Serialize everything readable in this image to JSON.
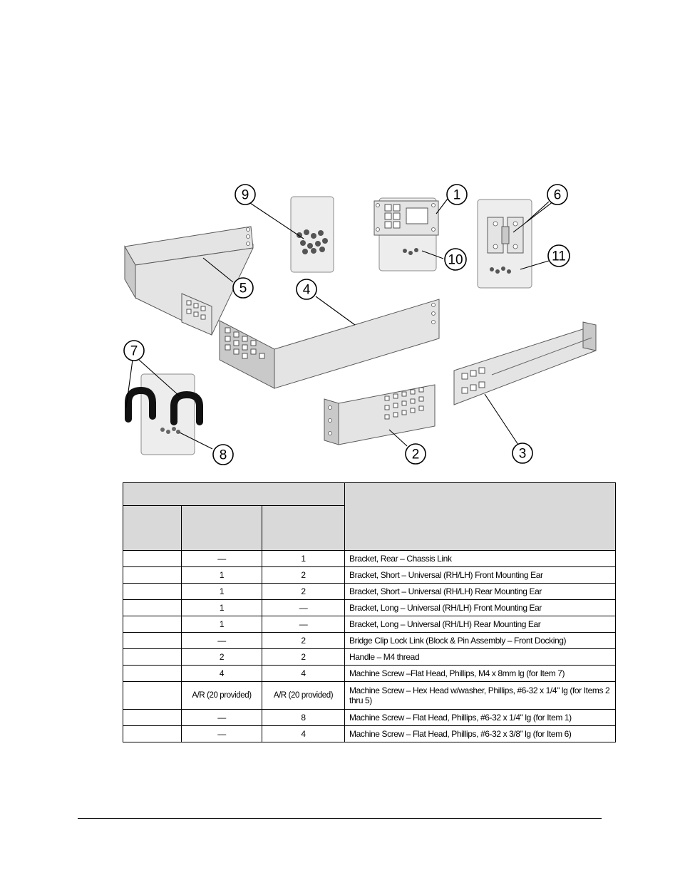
{
  "figure": {
    "callouts": [
      "1",
      "2",
      "3",
      "4",
      "5",
      "6",
      "7",
      "8",
      "9",
      "10",
      "11"
    ]
  },
  "table": {
    "rows": [
      {
        "a": "",
        "b": "—",
        "c": "1",
        "desc": "Bracket, Rear – Chassis Link"
      },
      {
        "a": "",
        "b": "1",
        "c": "2",
        "desc": "Bracket, Short – Universal (RH/LH) Front Mounting Ear"
      },
      {
        "a": "",
        "b": "1",
        "c": "2",
        "desc": "Bracket,  Short – Universal (RH/LH) Rear Mounting Ear"
      },
      {
        "a": "",
        "b": "1",
        "c": "—",
        "desc": "Bracket, Long – Universal (RH/LH) Front Mounting Ear"
      },
      {
        "a": "",
        "b": "1",
        "c": "—",
        "desc": "Bracket, Long – Universal (RH/LH) Rear Mounting Ear"
      },
      {
        "a": "",
        "b": "—",
        "c": "2",
        "desc": "Bridge Clip Lock Link (Block & Pin Assembly – Front Docking)"
      },
      {
        "a": "",
        "b": "2",
        "c": "2",
        "desc": "Handle – M4 thread"
      },
      {
        "a": "",
        "b": "4",
        "c": "4",
        "desc": "Machine Screw –Flat Head, Phillips, M4 x 8mm lg (for Item 7)"
      },
      {
        "a": "",
        "b": "A/R (20 provided)",
        "c": "A/R (20 provided)",
        "desc": "Machine Screw – Hex Head w/washer, Phillips, #6-32 x 1/4\" lg (for Items 2 thru 5)"
      },
      {
        "a": "",
        "b": "—",
        "c": "8",
        "desc": "Machine Screw – Flat Head, Phillips, #6-32 x 1/4\" lg (for Item 1)"
      },
      {
        "a": "",
        "b": "—",
        "c": "4",
        "desc": "Machine Screw – Flat Head, Phillips, #6-32 x 3/8” lg (for Item 6)"
      }
    ]
  }
}
